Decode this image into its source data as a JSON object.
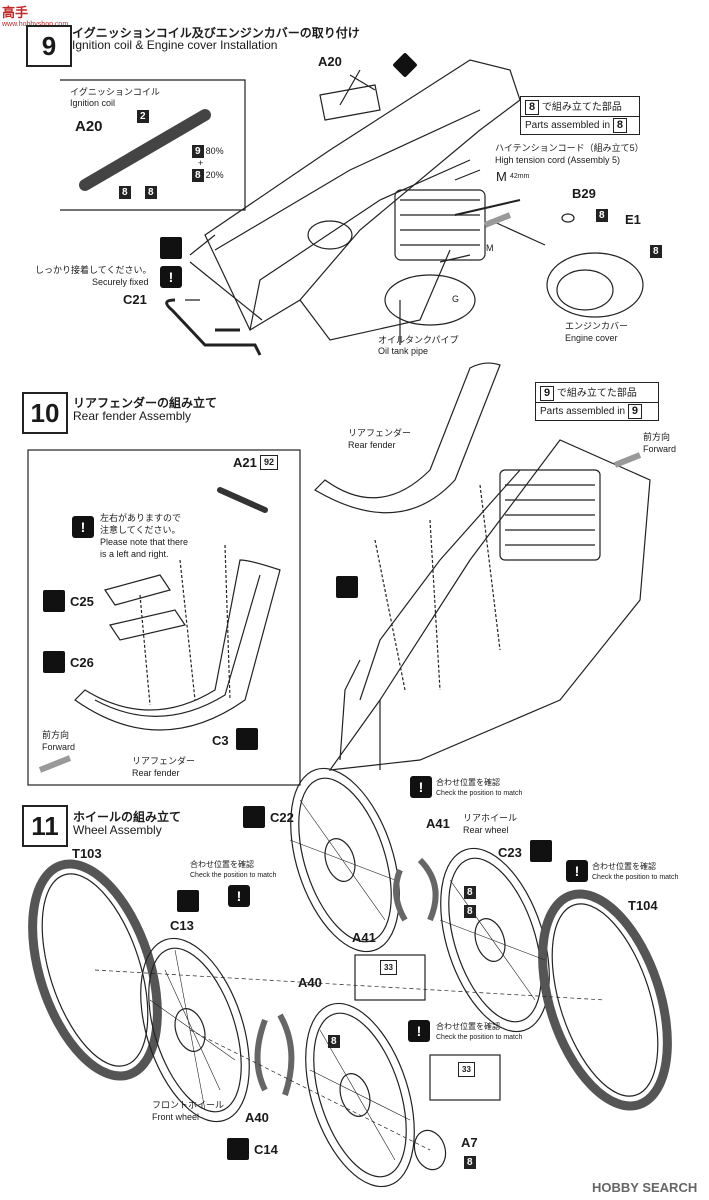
{
  "logo_top": {
    "text": "高手",
    "sub": "www.hobbyshop.com"
  },
  "step9": {
    "number": "9",
    "title_jp": "イグニッションコイル及びエンジンカバーの取り付け",
    "title_en": "Ignition coil & Engine cover Installation",
    "ignition_coil_jp": "イグニッションコイル",
    "ignition_coil_en": "Ignition coil",
    "part_a20": "A20",
    "part_a20_top": "A20",
    "mix_9": "9",
    "mix_9_pct": "80%",
    "mix_8": "8",
    "mix_8_pct": "20%",
    "plus": "+",
    "color_2": "2",
    "color_8a": "8",
    "color_8b": "8",
    "assembled_jp_num": "8",
    "assembled_jp": "で組み立てた部品",
    "assembled_en": "Parts assembled in",
    "assembled_en_num": "8",
    "cord_jp": "ハイテンションコード（組み立て5）",
    "cord_en": "High tension cord (Assembly 5)",
    "m_label": "M",
    "m_size": "42mm",
    "b29": "B29",
    "b29_color": "8",
    "e1": "E1",
    "e1_color": "8",
    "m2": "M",
    "g": "G",
    "secure_jp": "しっかり接着してください。",
    "secure_en": "Securely fixed",
    "c21": "C21",
    "oil_jp": "オイルタンクパイプ",
    "oil_en": "Oil tank pipe",
    "engcover_jp": "エンジンカバー",
    "engcover_en": "Engine cover"
  },
  "step10": {
    "number": "10",
    "title_jp": "リアフェンダーの組み立て",
    "title_en": "Rear fender Assembly",
    "assembled_num": "9",
    "assembled_jp": "で組み立てた部品",
    "assembled_en": "Parts assembled in",
    "assembled_en_num": "9",
    "fender_jp": "リアフェンダー",
    "fender_en": "Rear fender",
    "fwd_jp": "前方向",
    "fwd_en": "Forward",
    "a21": "A21",
    "a21_color": "92",
    "note_jp1": "左右がありますので",
    "note_jp2": "注意してください。",
    "note_en1": "Please note that there",
    "note_en2": "is a left and right.",
    "c25": "C25",
    "c26": "C26",
    "c3": "C3",
    "fwd2_jp": "前方向",
    "fwd2_en": "Forward",
    "fender2_jp": "リアフェンダー",
    "fender2_en": "Rear fender"
  },
  "step11": {
    "number": "11",
    "title_jp": "ホイールの組み立て",
    "title_en": "Wheel Assembly",
    "check_jp": "合わせ位置を確認",
    "check_en": "Check the position to match",
    "c22": "C22",
    "a41": "A41",
    "rear_jp": "リアホイール",
    "rear_en": "Rear wheel",
    "c23": "C23",
    "check2_jp": "合わせ位置を確認",
    "check2_en": "Check the position to match",
    "t103": "T103",
    "t104": "T104",
    "check3_jp": "合わせ位置を確認",
    "check3_en": "Check the position to match",
    "c13": "C13",
    "a41b": "A41",
    "a41b_color": "8",
    "a41_color": "8",
    "c33": "33",
    "a40": "A40",
    "a40_color": "8",
    "check4_jp": "合わせ位置を確認",
    "check4_en": "Check the position to match",
    "c33b": "33",
    "front_jp": "フロントホイール",
    "front_en": "Front wheel",
    "a40b": "A40",
    "c14": "C14",
    "a7": "A7",
    "a7_color": "8"
  },
  "watermark": "HOBBY SEARCH"
}
